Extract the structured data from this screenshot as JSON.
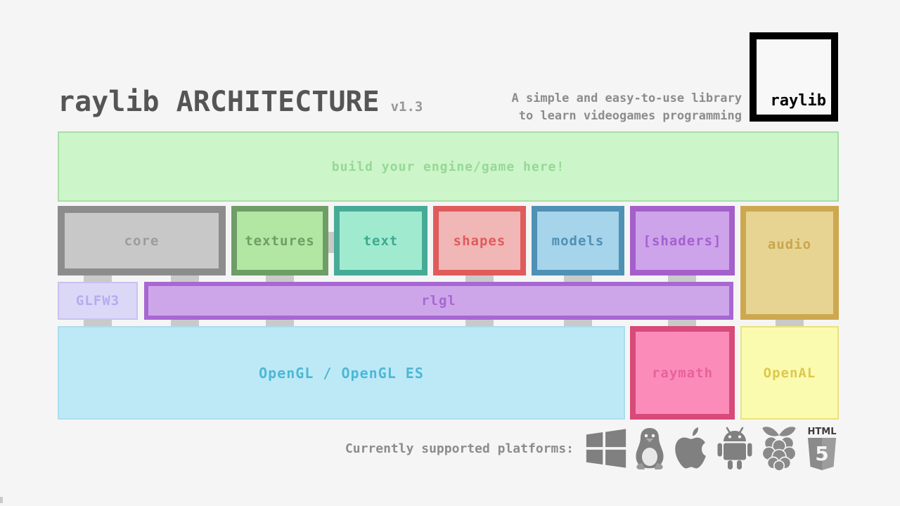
{
  "app": {
    "background": "#f5f5f5"
  },
  "header": {
    "title": "raylib ARCHITECTURE",
    "version": "v1.3",
    "tagline": [
      "A simple and easy-to-use library",
      "to learn videogames programming"
    ],
    "logo_text": "raylib"
  },
  "diagram": {
    "engine_box": {
      "label": "build your engine/game here!",
      "fill": "#ccf5c9",
      "border": "#a9dda7",
      "text": "#96d896"
    },
    "modules": [
      {
        "label": "core",
        "fill": "#c8c8c8",
        "border": "#8c8c8c",
        "text": "#9c9c9c"
      },
      {
        "label": "textures",
        "fill": "#b2e6a3",
        "border": "#6f9d66",
        "text": "#6f9d66"
      },
      {
        "label": "text",
        "fill": "#a0ebd0",
        "border": "#46ab96",
        "text": "#3fa88f"
      },
      {
        "label": "shapes",
        "fill": "#f1b6b6",
        "border": "#e05b5b",
        "text": "#e05b5b"
      },
      {
        "label": "models",
        "fill": "#a6d4ea",
        "border": "#4f90b5",
        "text": "#4f90b5"
      },
      {
        "label": "[shaders]",
        "fill": "#cda3ea",
        "border": "#a45fc9",
        "text": "#a55fd0"
      },
      {
        "label": "audio",
        "fill": "#e7d492",
        "border": "#cda850",
        "text": "#c9a64e"
      }
    ],
    "mid_row": [
      {
        "label": "GLFW3",
        "fill": "#dbd7f7",
        "border": "#c9c1f2",
        "text": "#b4acee"
      },
      {
        "label": "rlgl",
        "fill": "#cda6e9",
        "border": "#a867d3",
        "text": "#a867d3"
      }
    ],
    "bottom_row": [
      {
        "label": "OpenGL / OpenGL ES",
        "fill": "#bde9f7",
        "border": "#abddef",
        "text": "#4db8d4"
      },
      {
        "label": "raymath",
        "fill": "#fb8cba",
        "border": "#d84a78",
        "text": "#e76298"
      },
      {
        "label": "OpenAL",
        "fill": "#fbfbb0",
        "border": "#eae27c",
        "text": "#ddc84e"
      }
    ],
    "connector_color": "#c9c9c9"
  },
  "platforms": {
    "label": "Currently supported platforms:",
    "icons": [
      "windows",
      "linux",
      "apple",
      "android",
      "raspberry-pi",
      "html5"
    ],
    "icon_color": "#808080",
    "html5": {
      "top_text": "HTML",
      "number": "5"
    }
  }
}
